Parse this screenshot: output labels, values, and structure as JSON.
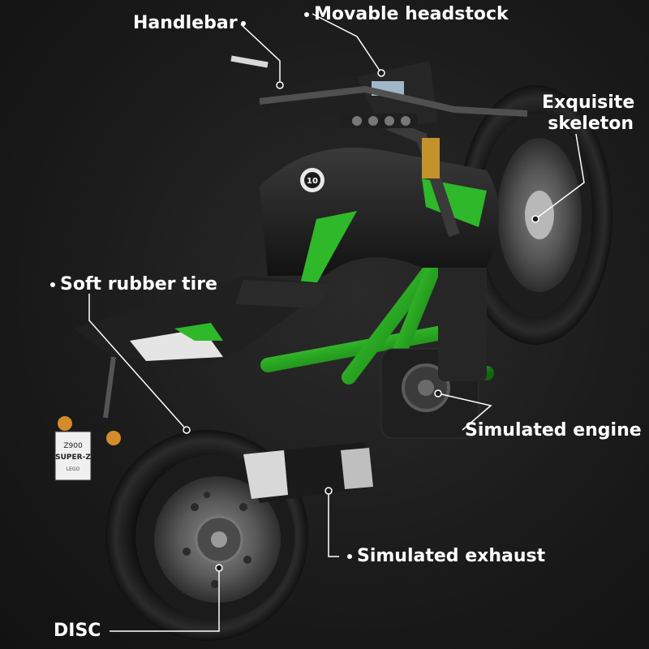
{
  "labels": {
    "handlebar": "Handlebar",
    "headstock": "Movable headstock",
    "skeleton_line1": "Exquisite",
    "skeleton_line2": "skeleton",
    "tire": "Soft rubber tire",
    "engine": "Simulated engine",
    "exhaust": "Simulated exhaust",
    "disc": "DISC"
  },
  "plate": {
    "line1": "Z900",
    "line2": "SUPER-Z",
    "line3": "LEGO"
  },
  "tank_badge": "10",
  "colors": {
    "accent_green": "#2fb82a",
    "body_black": "#1b1b1b",
    "label_white": "#ffffff",
    "background": "#1c1c1c"
  }
}
